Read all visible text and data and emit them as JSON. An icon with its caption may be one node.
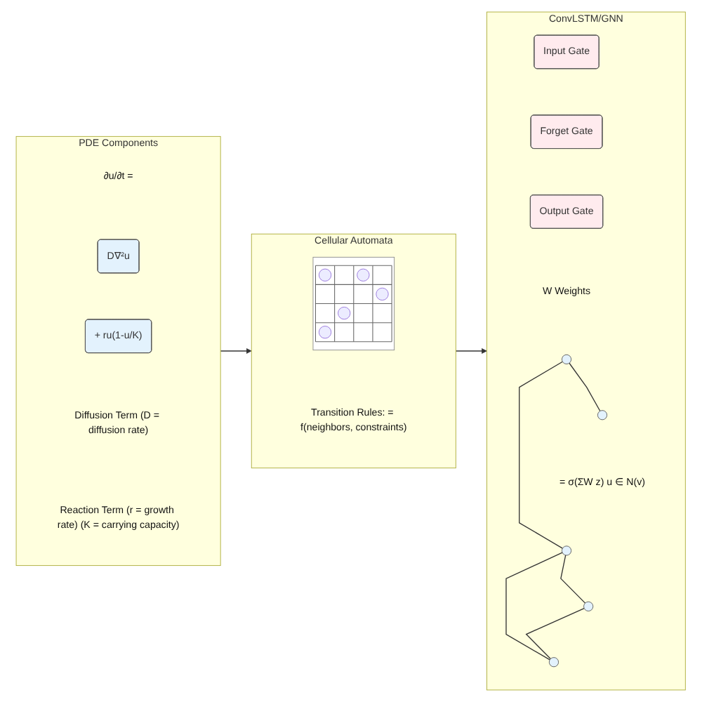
{
  "diagram": {
    "nodes": [
      {
        "text": [
          "PDE Components",
          "∂u/∂t =",
          "Diffusion Term (D = diffusion rate)",
          "Reaction Term (r = growth rate) (K = carrying capacity)"
        ]
      },
      {
        "text": [
          "D∇²u"
        ],
        "in": 0
      },
      {
        "text": [
          "+ ru(1-u/K)"
        ],
        "in": 0
      },
      {
        "text": [
          "Cellular Automata",
          "Transition Rules: = f(neighbors, constraints)"
        ]
      },
      {
        "text": [],
        "shape": "picture",
        "in": 3
      },
      {
        "text": [
          "ConvLSTM/GNN",
          "W Weights",
          "= σ(ΣW z) u ∈ N(v)"
        ]
      },
      {
        "text": [
          "Input Gate"
        ],
        "in": 5
      },
      {
        "text": [
          "Forget Gate"
        ],
        "in": 5
      },
      {
        "text": [
          "Output Gate"
        ],
        "in": 5
      },
      {
        "text": [],
        "shape": "circle",
        "in": 5
      },
      {
        "text": [],
        "shape": "circle",
        "in": 5
      },
      {
        "text": [],
        "shape": "circle",
        "in": 5
      },
      {
        "text": [],
        "shape": "circle",
        "in": 5
      },
      {
        "text": [],
        "shape": "circle",
        "in": 5
      }
    ],
    "edges": [
      {
        "from": 0,
        "to": 3,
        "arrow": "to"
      },
      {
        "from": 3,
        "to": 5,
        "arrow": "to"
      },
      {
        "from": 9,
        "to": 10,
        "arrow": "none"
      },
      {
        "from": 10,
        "to": 11,
        "arrow": "none"
      },
      {
        "from": 9,
        "to": 12,
        "arrow": "none"
      },
      {
        "from": 10,
        "to": 13,
        "arrow": "none"
      },
      {
        "from": 11,
        "to": 13,
        "arrow": "none"
      }
    ]
  }
}
